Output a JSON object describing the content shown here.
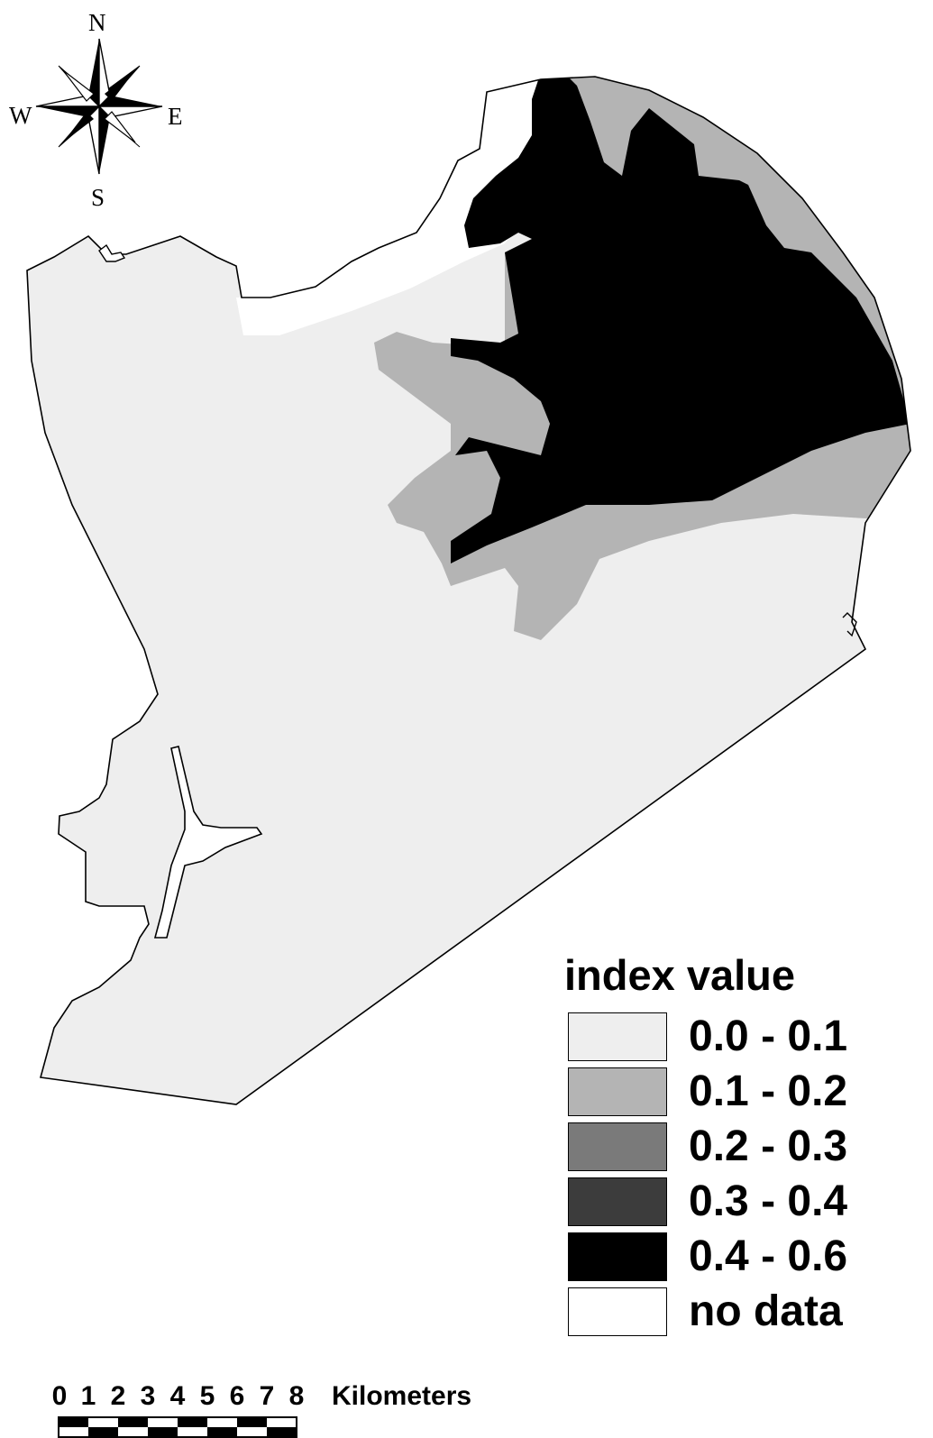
{
  "compass": {
    "north": "N",
    "south": "S",
    "east": "E",
    "west": "W"
  },
  "legend": {
    "title": "index value",
    "items": [
      {
        "label": "0.0 - 0.1",
        "color": "#eeeeee"
      },
      {
        "label": "0.1 - 0.2",
        "color": "#b4b4b4"
      },
      {
        "label": "0.2 - 0.3",
        "color": "#7a7a7a"
      },
      {
        "label": "0.3 - 0.4",
        "color": "#3c3c3c"
      },
      {
        "label": "0.4 - 0.6",
        "color": "#000000"
      },
      {
        "label": "no data",
        "color": "#ffffff"
      }
    ]
  },
  "scale_bar": {
    "ticks": [
      "0",
      "1",
      "2",
      "3",
      "4",
      "5",
      "6",
      "7",
      "8"
    ],
    "unit": "Kilometers"
  }
}
